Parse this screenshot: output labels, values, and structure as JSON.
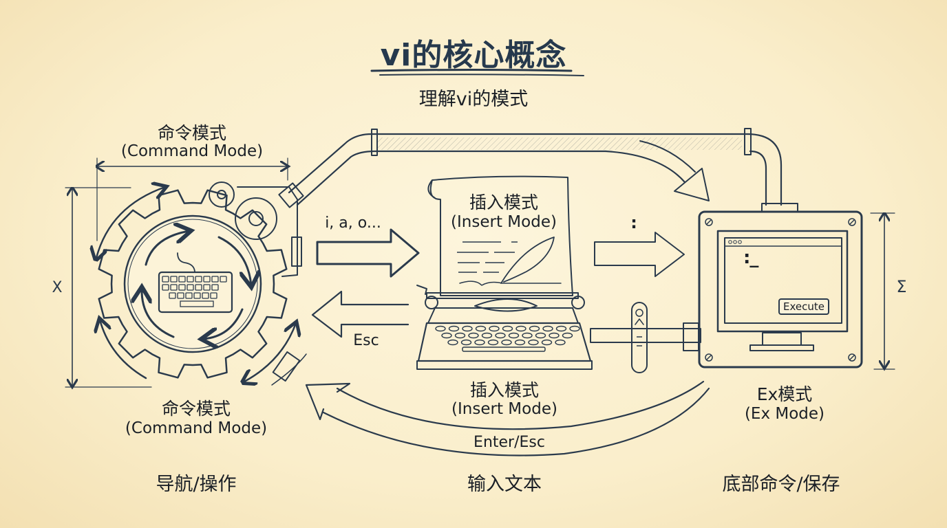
{
  "title": "vi的核心概念",
  "subtitle": "理解vi的模式",
  "colors": {
    "ink": "#2a3a4c",
    "title": "#26394d",
    "paper": "#faeecb"
  },
  "command_mode": {
    "top_label_cn": "命令模式",
    "top_label_en": "(Command Mode)",
    "bottom_label_cn": "命令模式",
    "bottom_label_en": "(Command Mode)",
    "description": "导航/操作",
    "dimension_symbol": "X",
    "icon": "gear-keyboard-icon"
  },
  "insert_mode": {
    "top_label_cn": "插入模式",
    "top_label_en": "(Insert Mode)",
    "bottom_label_cn": "插入模式",
    "bottom_label_en": "(Insert Mode)",
    "description": "输入文本",
    "icon": "typewriter-icon"
  },
  "ex_mode": {
    "label_cn": "Ex模式",
    "label_en": "(Ex Mode)",
    "description": "底部命令/保存",
    "dimension_symbol": "Σ",
    "screen_prompt": ":_",
    "execute_button": "Execute",
    "icon": "monitor-icon"
  },
  "transitions": {
    "command_to_insert": "i, a, o...",
    "insert_to_command": "Esc",
    "insert_to_ex": ":",
    "ex_to_command": "Enter/Esc"
  }
}
